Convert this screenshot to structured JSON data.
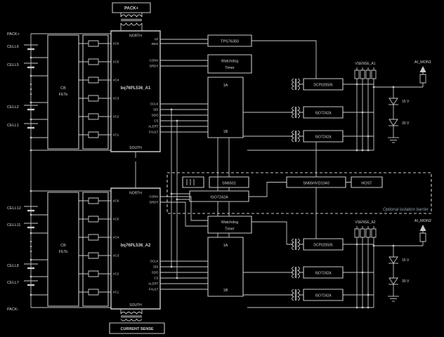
{
  "colors": {
    "background": "#000000",
    "ink": "#c9c9c9",
    "dim_text": "#8fa3b0"
  },
  "stack_a1": {
    "terminal_label": "PACK+",
    "rail_label": "PACK+",
    "cell_labels": [
      "CELL6",
      "CELL5",
      "CELL2",
      "CELL1"
    ],
    "cb_label_1": "CB",
    "cb_label_2": "FETs",
    "afe_name": "bq76PL536_A1",
    "north_label": "NORTH",
    "south_label": "SOUTH",
    "vc_pins": [
      "VC6",
      "VC5",
      "VC4",
      "VC3",
      "VC2",
      "VC1"
    ],
    "pwr_pins": [
      "VP",
      "REG"
    ],
    "wd_pins": [
      "CONV",
      "DRDY"
    ],
    "spi_pins": [
      "SCLK",
      "SDI",
      "SDO",
      "CS",
      "ALERT",
      "FAULT"
    ],
    "ldo_label": "TPS76350",
    "watchdog_label_1": "Watchdog",
    "watchdog_label_2": "Timer",
    "buffer_a": "1A",
    "buffer_b": "1B",
    "module_1": "DCP020505",
    "module_2": "ISO7242A",
    "module_3": "ISO7242A",
    "bus_label": "VSENSE_A1",
    "zener_1": "15 V",
    "zener_2": "30 V",
    "ai_label": "AI_MON1"
  },
  "isolation": {
    "iso_supply": "SN6501",
    "isolator": "ISO7242A",
    "transceiver": "SN65HVD1040",
    "host_label": "HOST",
    "caption": "Optional isolation barrier"
  },
  "stack_a2": {
    "terminal_label": "CURRENT SENSE",
    "rail_label": "PACK-",
    "cell_labels": [
      "CELL12",
      "CELL11",
      "CELL8",
      "CELL7"
    ],
    "cb_label_1": "CB",
    "cb_label_2": "FETs",
    "afe_name": "bq76PL536_A2",
    "north_label": "NORTH",
    "south_label": "SOUTH",
    "vc_pins": [
      "VC6",
      "VC5",
      "VC4",
      "VC3",
      "VC2",
      "VC1"
    ],
    "wd_pins": [
      "CONV",
      "DRDY"
    ],
    "spi_pins": [
      "SCLK",
      "SDI",
      "SDO",
      "CS",
      "ALERT",
      "FAULT"
    ],
    "watchdog_label_1": "Watchdog",
    "watchdog_label_2": "Timer",
    "buffer_a": "1A",
    "buffer_b": "1B",
    "module_1": "DCP020505",
    "module_2": "ISO7242A",
    "module_3": "ISO7242A",
    "bus_label": "VSENSE_A2",
    "zener_1": "15 V",
    "zener_2": "30 V",
    "ai_label": "AI_MON2"
  }
}
